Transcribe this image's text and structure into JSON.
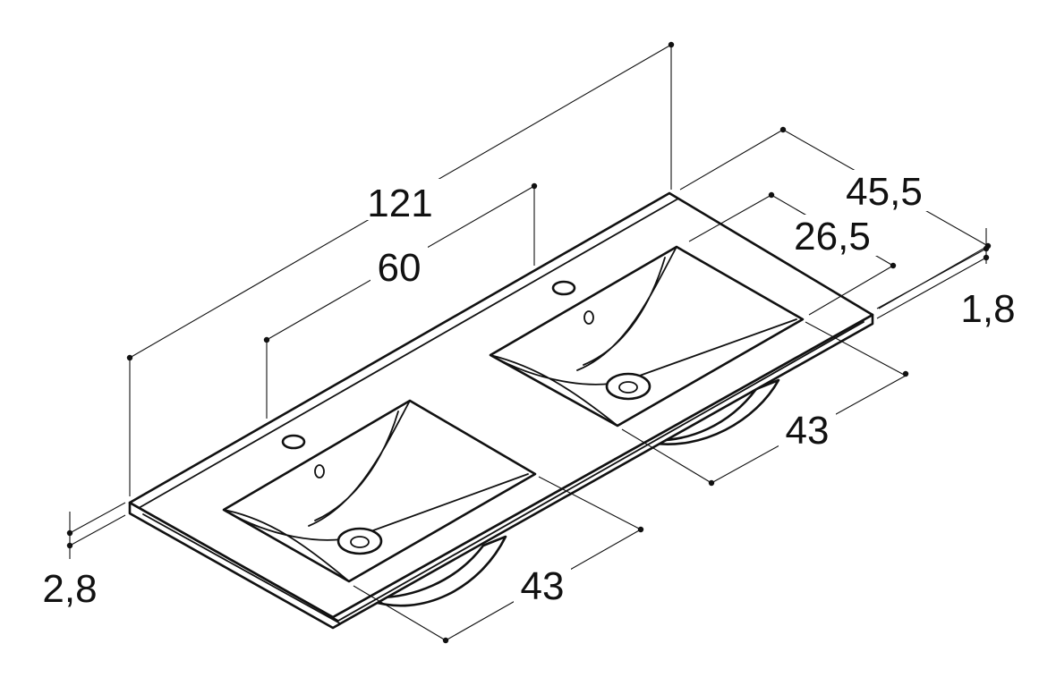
{
  "dimensions": {
    "total_length": "121",
    "basin_spacing": "60",
    "total_depth": "45,5",
    "basin_depth": "26,5",
    "top_thickness": "1,8",
    "edge_thickness": "2,8",
    "basin_width_right": "43",
    "basin_width_left": "43"
  },
  "colors": {
    "line": "#111111",
    "background": "#ffffff"
  }
}
